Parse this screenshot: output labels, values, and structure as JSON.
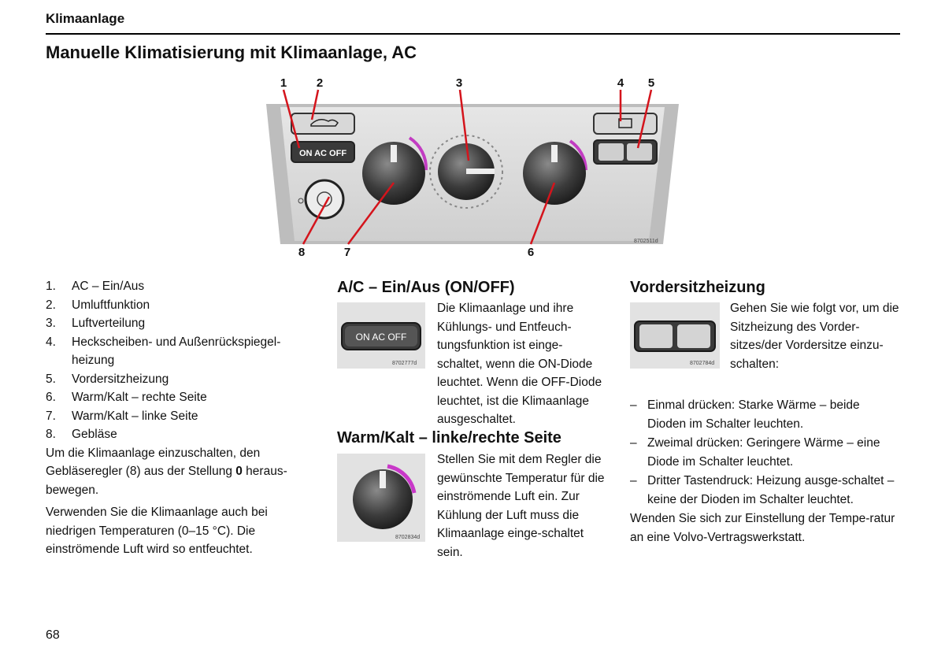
{
  "header": {
    "section": "Klimaanlage",
    "title": "Manuelle Klimatisierung mit Klimaanlage, AC"
  },
  "figure": {
    "callouts": [
      "1",
      "2",
      "3",
      "4",
      "5",
      "8",
      "7",
      "6"
    ],
    "panel": {
      "ac_label": "ON AC OFF",
      "code": "8702511d"
    }
  },
  "left": {
    "items": [
      {
        "num": "1.",
        "text": "AC – Ein/Aus"
      },
      {
        "num": "2.",
        "text": "Umluftfunktion"
      },
      {
        "num": "3.",
        "text": "Luftverteilung"
      },
      {
        "num": "4.",
        "text": "Heckscheiben- und Außenrückspiegel-heizung"
      },
      {
        "num": "5.",
        "text": "Vordersitzheizung"
      },
      {
        "num": "6.",
        "text": "Warm/Kalt – rechte Seite"
      },
      {
        "num": "7.",
        "text": "Warm/Kalt – linke Seite"
      },
      {
        "num": "8.",
        "text": "Gebläse"
      }
    ],
    "p1_a": "Um die Klimaanlage einzuschalten, den Gebläseregler (8) aus der Stellung ",
    "p1_b": "0",
    "p1_c": " heraus-bewegen.",
    "p2": "Verwenden Sie die Klimaanlage auch bei niedrigen Temperaturen (0–15 °C). Die einströmende Luft wird so entfeuchtet."
  },
  "middle": {
    "ac_heading": "A/C – Ein/Aus (ON/OFF)",
    "ac_img": {
      "label": "ON AC OFF",
      "code": "8702777d"
    },
    "ac_text": "Die Klimaanlage und ihre Kühlungs- und Entfeuch-tungsfunktion ist einge-schaltet, wenn die ON-Diode leuchtet. Wenn die OFF-Diode leuchtet, ist die Klimaanlage ausgeschaltet.",
    "temp_heading": "Warm/Kalt – linke/rechte Seite",
    "temp_img": {
      "code": "8702834d"
    },
    "temp_text": "Stellen Sie mit dem Regler die gewünschte Temperatur für die einströmende Luft ein. Zur Kühlung der Luft muss die Klimaanlage einge-schaltet sein."
  },
  "right": {
    "heading": "Vordersitzheizung",
    "img": {
      "code": "8702784d"
    },
    "intro": "Gehen Sie wie folgt vor, um die Sitzheizung des Vorder-sitzes/der Vordersitze einzu-schalten:",
    "bullets": [
      {
        "dash": "–",
        "text": "Einmal drücken: Starke Wärme – beide Dioden im Schalter leuchten."
      },
      {
        "dash": "–",
        "text": "Zweimal drücken: Geringere Wärme – eine Diode im Schalter leuchtet."
      },
      {
        "dash": "–",
        "text": "Dritter Tastendruck: Heizung ausge-schaltet – keine der Dioden im Schalter leuchtet."
      }
    ],
    "closing": "Wenden Sie sich zur Einstellung der Tempe-ratur an eine Volvo-Vertragswerkstatt."
  },
  "footer": {
    "page": "68"
  }
}
